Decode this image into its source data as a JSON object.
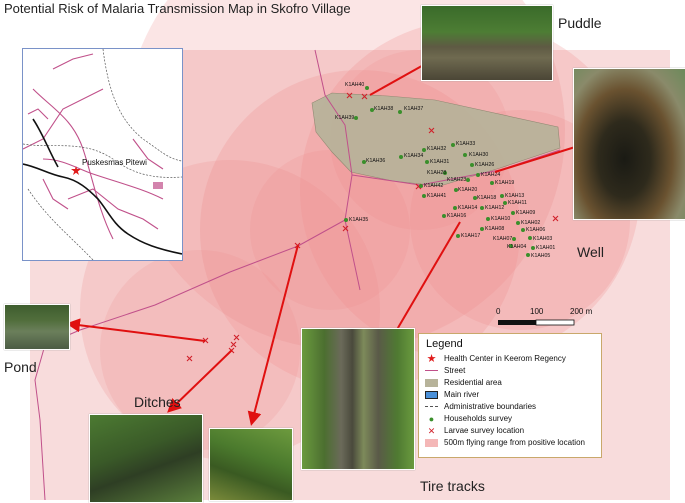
{
  "title": "Potential Risk of Malaria Transmission Map in Skofro Village",
  "photo_labels": {
    "puddle": "Puddle",
    "well": "Well",
    "pond": "Pond",
    "ditches": "Ditches",
    "tire_tracks": "Tire tracks"
  },
  "inset": {
    "health_center_label": "Puskesmas Pitewi"
  },
  "scale": {
    "tick_0": "0",
    "tick_1": "100",
    "tick_2": "200 m"
  },
  "legend": {
    "title": "Legend",
    "items": [
      {
        "symbol": "red-star",
        "label": "Health Center in Keerom Regency"
      },
      {
        "symbol": "pink-line",
        "label": "Street"
      },
      {
        "symbol": "olive-fill",
        "label": "Residential area"
      },
      {
        "symbol": "blue-fill",
        "label": "Main river"
      },
      {
        "symbol": "dashed-line",
        "label": "Administrative boundaries"
      },
      {
        "symbol": "green-dot",
        "label": "Households survey"
      },
      {
        "symbol": "red-x",
        "label": "Larvae survey location"
      },
      {
        "symbol": "pink-fill",
        "label": "500m flying range from positive location"
      }
    ]
  },
  "households": [
    "K1AH40",
    "K1AH38",
    "K1AH37",
    "K1AH39",
    "K1AH33",
    "K1AH32",
    "K1AH30",
    "K1AH34",
    "K1AH36",
    "K1AH31",
    "K1AH26",
    "K1AH28",
    "K1AH24",
    "K1AH23",
    "K1AH42",
    "K1AH20",
    "K1AH19",
    "K1AH41",
    "K1AH18",
    "K1AH13",
    "K1AH11",
    "K1AH14",
    "K1AH12",
    "K1AH09",
    "K1AH16",
    "K1AH10",
    "K1AH02",
    "K1AH35",
    "K1AH08",
    "K1AH06",
    "K1AH07",
    "K1AH03",
    "K1AH17",
    "K1AH04",
    "K1AH01",
    "K1AH05"
  ],
  "colors": {
    "flying_range": "#ef8a8a",
    "residential": "#b7b39a",
    "street": "#c0508a",
    "household": "#3a8f2b",
    "larvae": "#d0202a",
    "health_center": "#e01b1b",
    "river": "#1a1a1a",
    "arrow": "#e01010"
  }
}
